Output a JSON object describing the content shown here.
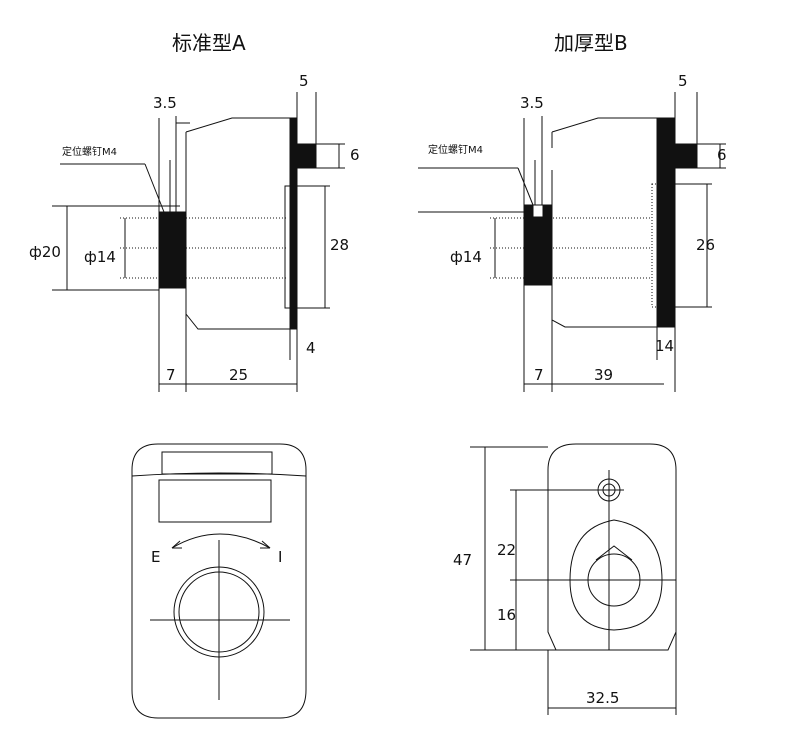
{
  "diagram": {
    "title_a": "标准型A",
    "title_b": "加厚型B",
    "side_a": {
      "d_3_5": "3.5",
      "d_5": "5",
      "d_6": "6",
      "screw_label": "定位螺钉M4",
      "d_phi20": "ф20",
      "d_phi14": "ф14",
      "d_28": "28",
      "d_4": "4",
      "d_7": "7",
      "d_25": "25"
    },
    "side_b": {
      "d_3_5": "3.5",
      "d_5": "5",
      "d_6": "6",
      "screw_label": "定位螺钉M4",
      "d_phi14": "ф14",
      "d_26": "26",
      "d_14": "14",
      "d_7": "7",
      "d_39": "39"
    },
    "front_a": {
      "mark_e": "E",
      "mark_i": "I"
    },
    "front_b": {
      "d_47": "47",
      "d_22": "22",
      "d_16": "16",
      "d_32_5": "32.5"
    }
  }
}
